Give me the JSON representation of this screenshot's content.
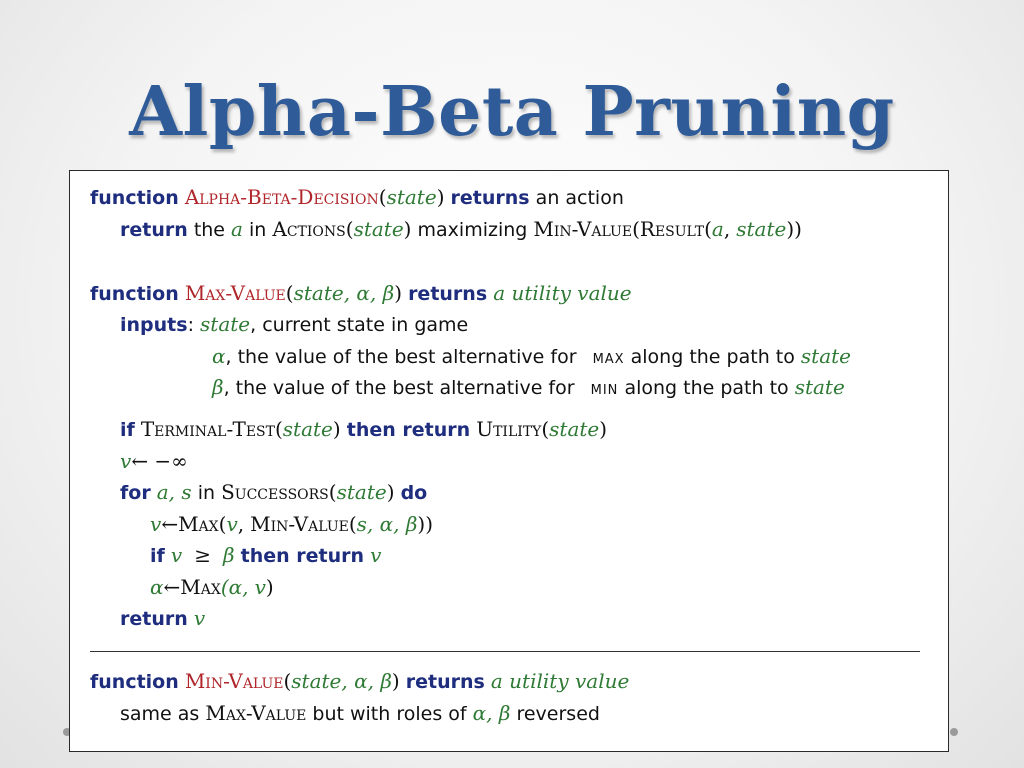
{
  "slide": {
    "title": "Alpha-Beta Pruning"
  },
  "code": {
    "decision": {
      "kw_function": "function",
      "name": "Alpha-Beta-Decision",
      "open": "(",
      "param": "state",
      "close": ")",
      "kw_returns": "returns",
      "rest": "an action",
      "kw_return": "return",
      "the": "the",
      "a": "a",
      "in": "in",
      "actions": "Actions",
      "maximizing": "maximizing",
      "minvalue": "Min-Value",
      "result": "Result",
      "comma": ","
    },
    "max_value": {
      "kw_function": "function",
      "name": "Max-Value",
      "params_text": "state, α, β",
      "kw_returns": "returns",
      "ret_value": "a utility value",
      "kw_inputs": "inputs",
      "colon": ":",
      "state": "state",
      "state_desc": ", current state in game",
      "alpha": "α",
      "alpha_desc": ", the value of the best alternative for",
      "max_word": "max",
      "along": "along the path to",
      "beta": "β",
      "beta_desc": ", the value of the best alternative for",
      "min_word": "min",
      "kw_if": "if",
      "terminal_test": "Terminal-Test",
      "kw_then_return": "then return",
      "utility": "Utility",
      "v": "v",
      "assign_neg_inf": "← −∞",
      "kw_for": "for",
      "a_s": "a, s",
      "in": "in",
      "successors": "Successors",
      "kw_do": "do",
      "arrow": "←",
      "max_fn": "Max",
      "open_v": "(",
      "comma_sp": ",",
      "minvalue": "Min-Value",
      "args_s_a_b": "s, α, β",
      "close2": "))",
      "geq": "≥",
      "alpha_sym": "α",
      "alpha_args": "(α,",
      "close1": ")",
      "kw_return": "return"
    },
    "min_value": {
      "kw_function": "function",
      "name": "Min-Value",
      "params_text": "state, α, β",
      "kw_returns": "returns",
      "ret_value": "a utility value",
      "same_as": "same as",
      "maxvalue": "Max-Value",
      "but_with": "but with roles of",
      "ab": "α, β",
      "reversed": "reversed"
    }
  },
  "colors": {
    "title": "#2f5c99",
    "keyword": "#1e2d7e",
    "function_name": "#b0262b",
    "variable": "#2f7a35"
  }
}
